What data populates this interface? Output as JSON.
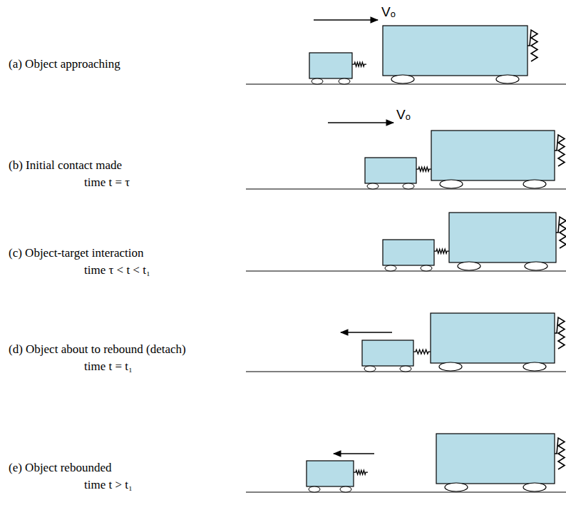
{
  "diagram": {
    "labels": [
      "(a) Object approaching",
      "Vₒ",
      "(b) Initial contact made",
      "Vₒ",
      "time t = τ",
      "(c) Object-target interaction",
      "time τ < t < t₁",
      "(d) Object about to rebound (detach)",
      "time t = t₁",
      "(e) Object rebounded",
      "time t > t₁"
    ]
  }
}
